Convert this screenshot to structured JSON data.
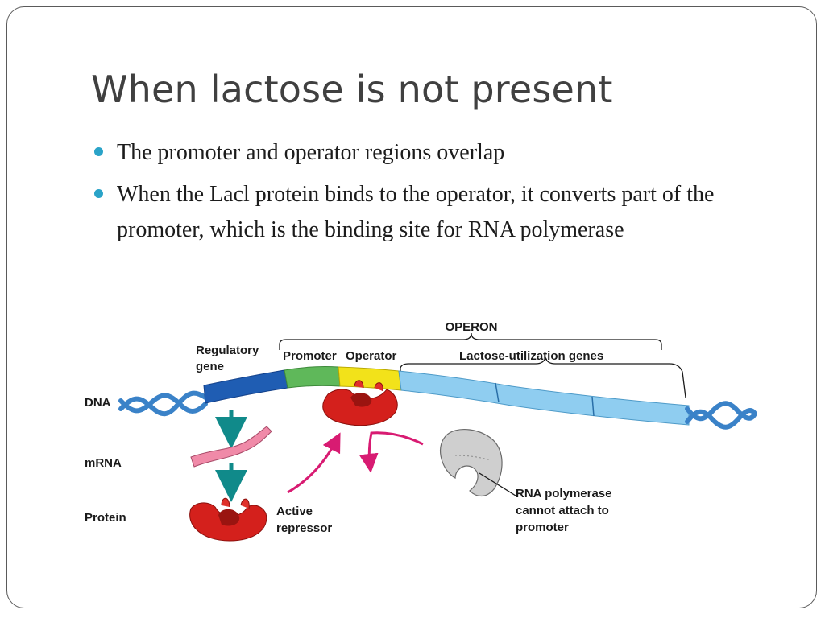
{
  "slide": {
    "title": "When lactose is not present",
    "bullets": [
      "The promoter and operator regions overlap",
      "When the Lacl protein binds to the operator, it converts part of the promoter, which is the binding site for RNA polymerase"
    ]
  },
  "diagram": {
    "operon_label": "OPERON",
    "regulatory_gene_label": [
      "Regulatory",
      "gene"
    ],
    "promoter_label": "Promoter",
    "operator_label": "Operator",
    "lactose_genes_label": "Lactose-utilization genes",
    "dna_label": "DNA",
    "mrna_label": "mRNA",
    "protein_label": "Protein",
    "active_repressor_label": [
      "Active",
      "repressor"
    ],
    "rna_polymerase_label": [
      "RNA polymerase",
      "cannot attach to",
      "promoter"
    ],
    "colors": {
      "helix": "#3a82c8",
      "regulatory_gene": "#1f5db3",
      "promoter": "#5fb85a",
      "operator": "#f2e21a",
      "lactose_genes": "#8fcdf0",
      "repressor": "#d4201c",
      "mrna": "#f08aa8",
      "arrow_teal": "#108a8a",
      "arrow_magenta": "#d81b72",
      "polymerase": "#cfcfcf",
      "bullet": "#2aa3c8"
    }
  }
}
